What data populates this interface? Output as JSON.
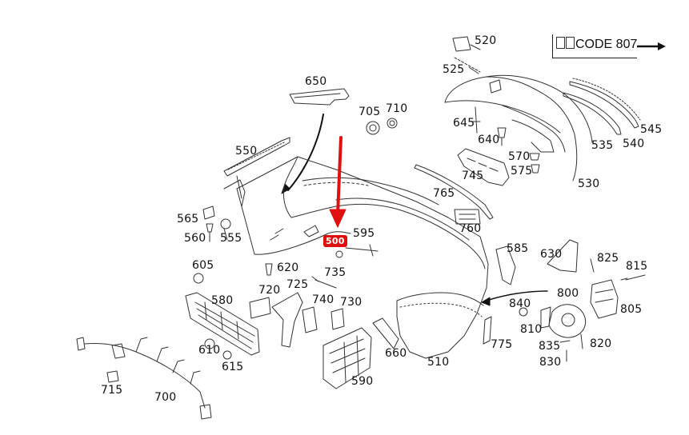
{
  "header": {
    "code_label": "CODE 807"
  },
  "highlight": {
    "label": "500",
    "color": "#e01010"
  },
  "callouts": {
    "p520": "520",
    "p525": "525",
    "p650": "650",
    "p705": "705",
    "p710": "710",
    "p645": "645",
    "p640": "640",
    "p545": "545",
    "p535": "535",
    "p540": "540",
    "p550": "550",
    "p570": "570",
    "p575": "575",
    "p745": "745",
    "p530": "530",
    "p765": "765",
    "p565": "565",
    "p560": "560",
    "p555": "555",
    "p760": "760",
    "p595": "595",
    "p585": "585",
    "p630": "630",
    "p825": "825",
    "p815": "815",
    "p605": "605",
    "p620": "620",
    "p735": "735",
    "p800": "800",
    "p720": "720",
    "p725": "725",
    "p580": "580",
    "p740": "740",
    "p730": "730",
    "p840": "840",
    "p805": "805",
    "p810": "810",
    "p775": "775",
    "p835": "835",
    "p820": "820",
    "p610": "610",
    "p615": "615",
    "p660": "660",
    "p830": "830",
    "p510": "510",
    "p590": "590",
    "p715": "715",
    "p700": "700"
  }
}
